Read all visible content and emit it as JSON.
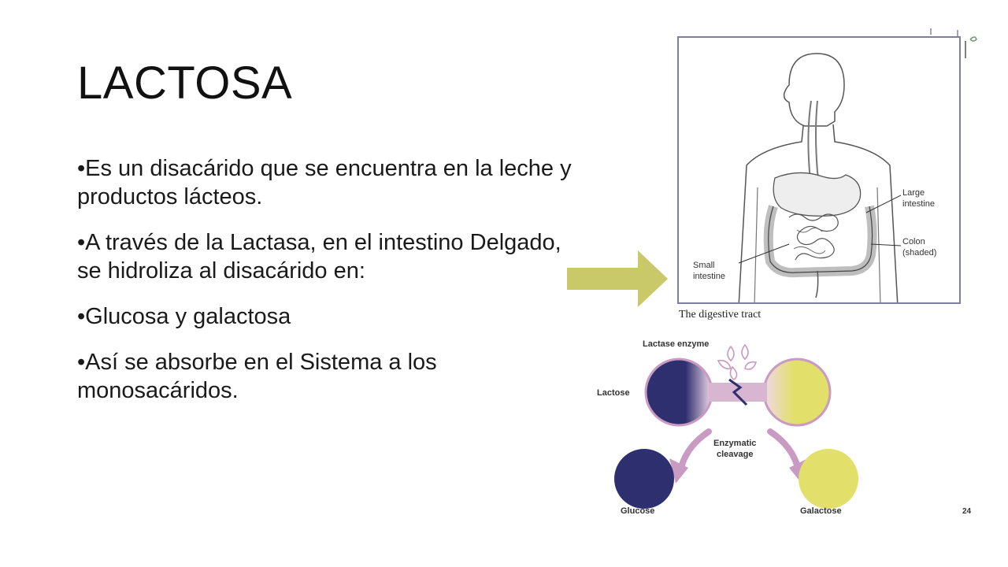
{
  "slide": {
    "title": "LACTOSA",
    "bullets": [
      "•Es un disacárido que se encuentra en la leche y productos lácteos.",
      "•A través de la Lactasa, en el intestino Delgado, se hidroliza al disacárido en:",
      "•Glucosa y galactosa",
      "•Así se absorbe en el Sistema a los monosacáridos."
    ]
  },
  "digestive_figure": {
    "caption": "The digestive tract",
    "label_large_1": "Large",
    "label_large_2": "intestine",
    "label_colon_1": "Colon",
    "label_colon_2": "(shaded)",
    "label_small_1": "Small",
    "label_small_2": "intestine"
  },
  "lactase_figure": {
    "enzyme_label": "Lactase enzyme",
    "lactose_label": "Lactose",
    "cleavage_1": "Enzymatic",
    "cleavage_2": "cleavage",
    "glucose_label": "Glucose",
    "galactose_label": "Galactose",
    "page_number": "24"
  },
  "colors": {
    "arrow": "#c9c96a",
    "glucose": "#2e2f6e",
    "galactose": "#e2df6a",
    "cleavage_arrows": "#c99ac2"
  }
}
